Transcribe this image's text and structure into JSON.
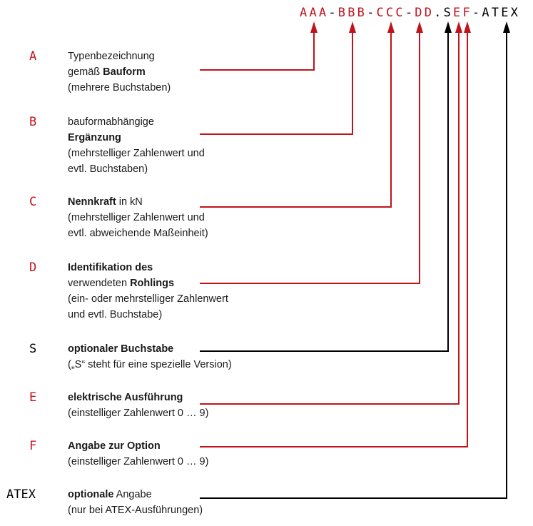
{
  "colors": {
    "red": "#c0141c",
    "black": "#000000"
  },
  "code": [
    {
      "t": "A",
      "c": "red"
    },
    {
      "t": "A",
      "c": "red"
    },
    {
      "t": "A",
      "c": "red"
    },
    {
      "t": "-",
      "c": "black"
    },
    {
      "t": "B",
      "c": "red"
    },
    {
      "t": "B",
      "c": "red"
    },
    {
      "t": "B",
      "c": "red"
    },
    {
      "t": "-",
      "c": "black"
    },
    {
      "t": "C",
      "c": "red"
    },
    {
      "t": "C",
      "c": "red"
    },
    {
      "t": "C",
      "c": "red"
    },
    {
      "t": "-",
      "c": "black"
    },
    {
      "t": "D",
      "c": "red"
    },
    {
      "t": "D",
      "c": "red"
    },
    {
      "t": ".",
      "c": "black"
    },
    {
      "t": "S",
      "c": "black"
    },
    {
      "t": "E",
      "c": "red"
    },
    {
      "t": "F",
      "c": "red"
    },
    {
      "t": "-",
      "c": "black"
    },
    {
      "t": "A",
      "c": "black"
    },
    {
      "t": "T",
      "c": "black"
    },
    {
      "t": "E",
      "c": "black"
    },
    {
      "t": "X",
      "c": "black"
    }
  ],
  "items": [
    {
      "key": "A",
      "color": "red",
      "lines": [
        [
          {
            "t": "Typenbezeichnung"
          }
        ],
        [
          {
            "t": "gemäß "
          },
          {
            "t": "Bauform",
            "b": true
          }
        ],
        [
          {
            "t": "(mehrere Buchstaben)"
          }
        ]
      ]
    },
    {
      "key": "B",
      "color": "red",
      "lines": [
        [
          {
            "t": "bauformabhängige"
          }
        ],
        [
          {
            "t": "Ergänzung",
            "b": true
          }
        ],
        [
          {
            "t": "(mehrstelliger Zahlenwert und"
          }
        ],
        [
          {
            "t": "evtl. Buchstaben)"
          }
        ]
      ]
    },
    {
      "key": "C",
      "color": "red",
      "lines": [
        [
          {
            "t": "Nennkraft",
            "b": true
          },
          {
            "t": " in kN"
          }
        ],
        [
          {
            "t": "(mehrstelliger Zahlenwert und"
          }
        ],
        [
          {
            "t": "evtl. abweichende Maßeinheit)"
          }
        ]
      ]
    },
    {
      "key": "D",
      "color": "red",
      "lines": [
        [
          {
            "t": "Identifikation des",
            "b": true
          }
        ],
        [
          {
            "t": "verwendeten "
          },
          {
            "t": "Rohlings",
            "b": true
          }
        ],
        [
          {
            "t": "(ein- oder mehrstelliger Zahlenwert"
          }
        ],
        [
          {
            "t": "und evtl. Buchstabe)"
          }
        ]
      ]
    },
    {
      "key": "S",
      "color": "black",
      "lines": [
        [
          {
            "t": "optionaler Buchstabe",
            "b": true
          }
        ],
        [
          {
            "t": "(„S“ steht für eine spezielle Version)"
          }
        ]
      ]
    },
    {
      "key": "E",
      "color": "red",
      "lines": [
        [
          {
            "t": "elektrische Ausführung",
            "b": true
          }
        ],
        [
          {
            "t": "(einstelliger Zahlenwert 0 … 9)"
          }
        ]
      ]
    },
    {
      "key": "F",
      "color": "red",
      "lines": [
        [
          {
            "t": "Angabe zur Option",
            "b": true
          }
        ],
        [
          {
            "t": "(einstelliger Zahlenwert 0 … 9)"
          }
        ]
      ]
    },
    {
      "key": "ATEX",
      "color": "black",
      "lines": [
        [
          {
            "t": "optionale",
            "b": true
          },
          {
            "t": " Angabe"
          }
        ],
        [
          {
            "t": "(nur bei ATEX-Ausführungen)"
          }
        ]
      ]
    }
  ]
}
